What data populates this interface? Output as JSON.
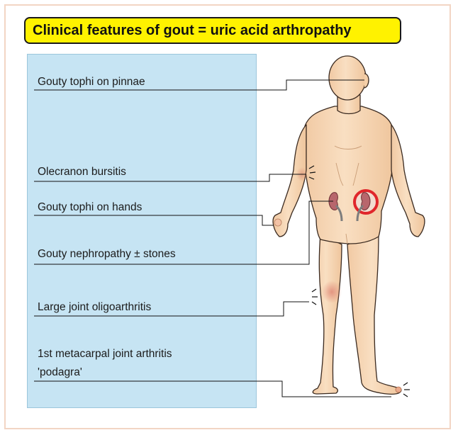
{
  "title": "Clinical features of gout = uric acid arthropathy",
  "features": [
    {
      "label": "Gouty tophi on pinnae"
    },
    {
      "label": "Olecranon bursitis"
    },
    {
      "label": "Gouty tophi on hands"
    },
    {
      "label": "Gouty nephropathy ± stones"
    },
    {
      "label": "Large joint oligoarthritis"
    },
    {
      "label": "1st metacarpal joint arthritis",
      "label2": "'podagra'"
    }
  ],
  "colors": {
    "title_bg": "#fff200",
    "panel_bg": "#c6e4f3",
    "skin": "#f7d7b5",
    "skin_shadow": "#e8bd96",
    "kidney": "#b8666c",
    "highlight_ring": "#e0262b",
    "frame": "#f2d5c4"
  }
}
